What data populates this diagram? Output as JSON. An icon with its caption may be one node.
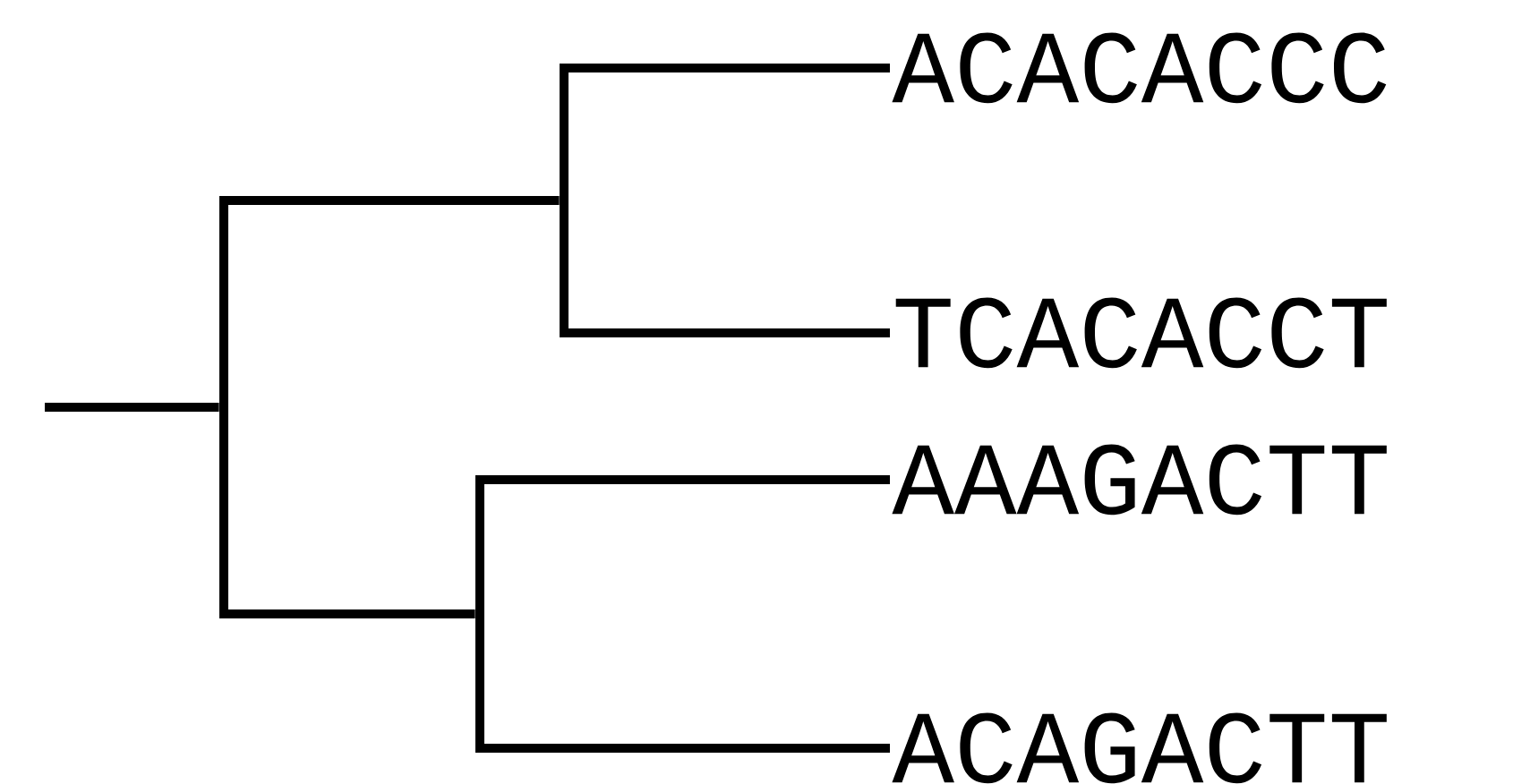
{
  "diagram": {
    "nodes": [
      {
        "text": [
          "ACACACCC"
        ]
      },
      {
        "text": [
          "TCACACCT"
        ]
      },
      {
        "text": [
          "AAAGACTT"
        ]
      },
      {
        "text": [
          "ACAGACTT"
        ]
      },
      {
        "text": [],
        "shape": "bar"
      },
      {
        "text": [],
        "shape": "bar"
      },
      {
        "text": [],
        "shape": "bar"
      }
    ],
    "edges": [
      {
        "from": null,
        "to": 4,
        "arrow": "none"
      },
      {
        "from": 4,
        "to": 5,
        "arrow": "none"
      },
      {
        "from": 4,
        "to": 6,
        "arrow": "none"
      },
      {
        "from": 5,
        "to": 0,
        "arrow": "none"
      },
      {
        "from": 5,
        "to": 1,
        "arrow": "none"
      },
      {
        "from": 6,
        "to": 2,
        "arrow": "none"
      },
      {
        "from": 6,
        "to": 3,
        "arrow": "none"
      }
    ]
  }
}
